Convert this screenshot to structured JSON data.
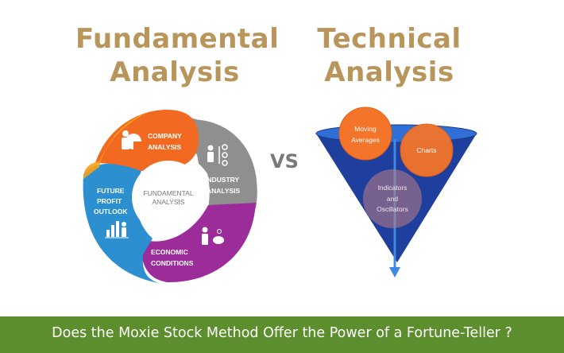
{
  "left": {
    "title_line1": "Fundamental",
    "title_line2": "Analysis",
    "center_line1": "FUNDAMENTAL",
    "center_line2": "ANALYSIS",
    "segments": {
      "company": [
        "COMPANY",
        "ANALYSIS"
      ],
      "industry": [
        "INDUSTRY",
        "ANALYSIS"
      ],
      "economic": [
        "ECONOMIC",
        "CONDITIONS"
      ],
      "future": [
        "FUTURE",
        "PROFIT",
        "OUTLOOK"
      ]
    },
    "colors": {
      "orange": "#f26a21",
      "gray": "#8f8f8f",
      "purple": "#9b2c9a",
      "blue": "#2b8fd0"
    }
  },
  "vs": "VS",
  "right": {
    "title_line1": "Technical",
    "title_line2": "Analysis",
    "circles": {
      "moving": [
        "Moving",
        "Averages"
      ],
      "charts": "Charts",
      "indicators": [
        "Indicators",
        "and",
        "Oscillators"
      ]
    },
    "colors": {
      "funnel": "#1f3f9e",
      "funnel_rim": "#2f6fd6",
      "circle": "#f4742a",
      "arrow": "#3f8ae0"
    }
  },
  "footer": {
    "text": "Does the Moxie Stock Method Offer the Power of a Fortune-Teller ?",
    "color": "#5c8e2e"
  }
}
